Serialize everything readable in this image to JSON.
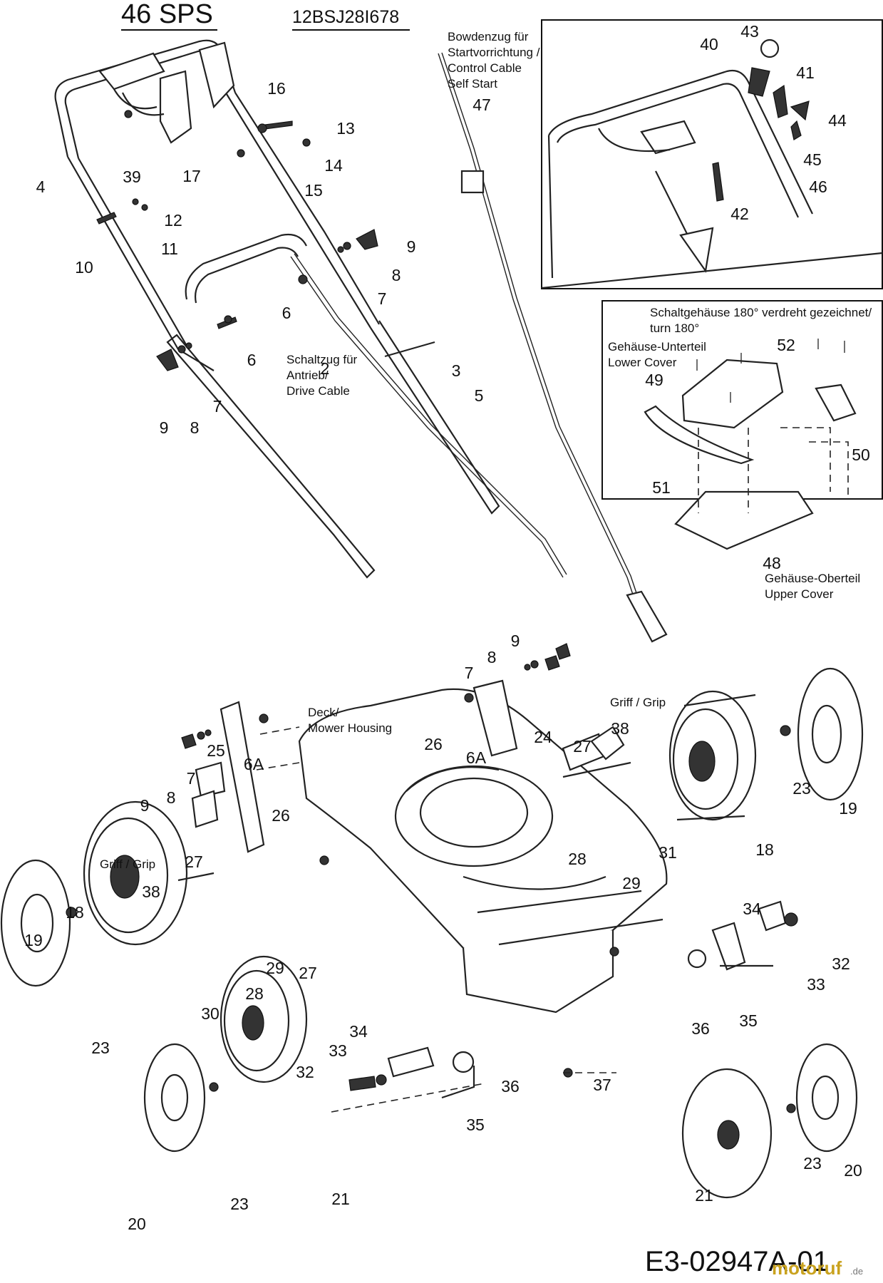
{
  "header": {
    "title": "46 SPS",
    "model_number": "12BSJ28I678"
  },
  "notes": {
    "control_cable": [
      "Bowdenzug für",
      "Startvorrichtung /",
      "Control Cable",
      "Self Start"
    ],
    "drive_cable": [
      "Schaltzug für",
      "Antrieb/",
      "Drive Cable"
    ],
    "housing_rotated": [
      "Schaltgehäuse 180° verdreht gezeichnet/",
      "turn 180°"
    ],
    "lower_cover": [
      "Gehäuse-Unterteil",
      "Lower Cover"
    ],
    "upper_cover": [
      "Gehäuse-Oberteil",
      "Upper Cover"
    ],
    "deck": [
      "Deck/",
      "Mower Housing"
    ],
    "grip_right": "Griff / Grip",
    "grip_left": "Griff / Grip"
  },
  "part_labels": [
    "43",
    "40",
    "41",
    "44",
    "45",
    "46",
    "42",
    "16",
    "13",
    "14",
    "15",
    "17",
    "39",
    "4",
    "12",
    "11",
    "10",
    "9",
    "8",
    "7",
    "6",
    "47",
    "6",
    "2",
    "3",
    "5",
    "9",
    "8",
    "7",
    "52",
    "49",
    "50",
    "51",
    "48",
    "9",
    "8",
    "7",
    "38",
    "24",
    "27",
    "6A",
    "26",
    "28",
    "31",
    "29",
    "23",
    "19",
    "18",
    "25",
    "6A",
    "7",
    "8",
    "9",
    "26",
    "27",
    "38",
    "18",
    "19",
    "29",
    "28",
    "27",
    "30",
    "23",
    "34",
    "32",
    "33",
    "36",
    "35",
    "34",
    "33",
    "32",
    "36",
    "35",
    "37",
    "20",
    "23",
    "21",
    "21",
    "23",
    "20"
  ],
  "footer": {
    "drawing_code": "E3-02947A-01",
    "watermark": "motoruf",
    "watermark_suffix": ".de"
  }
}
